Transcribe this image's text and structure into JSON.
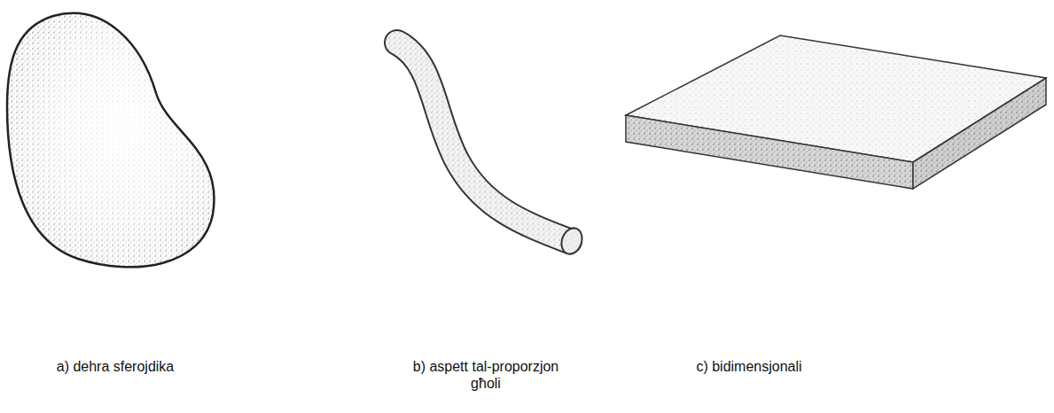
{
  "diagram": {
    "labels": [
      "a) dehra sferojdika",
      "b) aspett tal-proporzjon għoli",
      "c) bidimensjonali"
    ]
  }
}
